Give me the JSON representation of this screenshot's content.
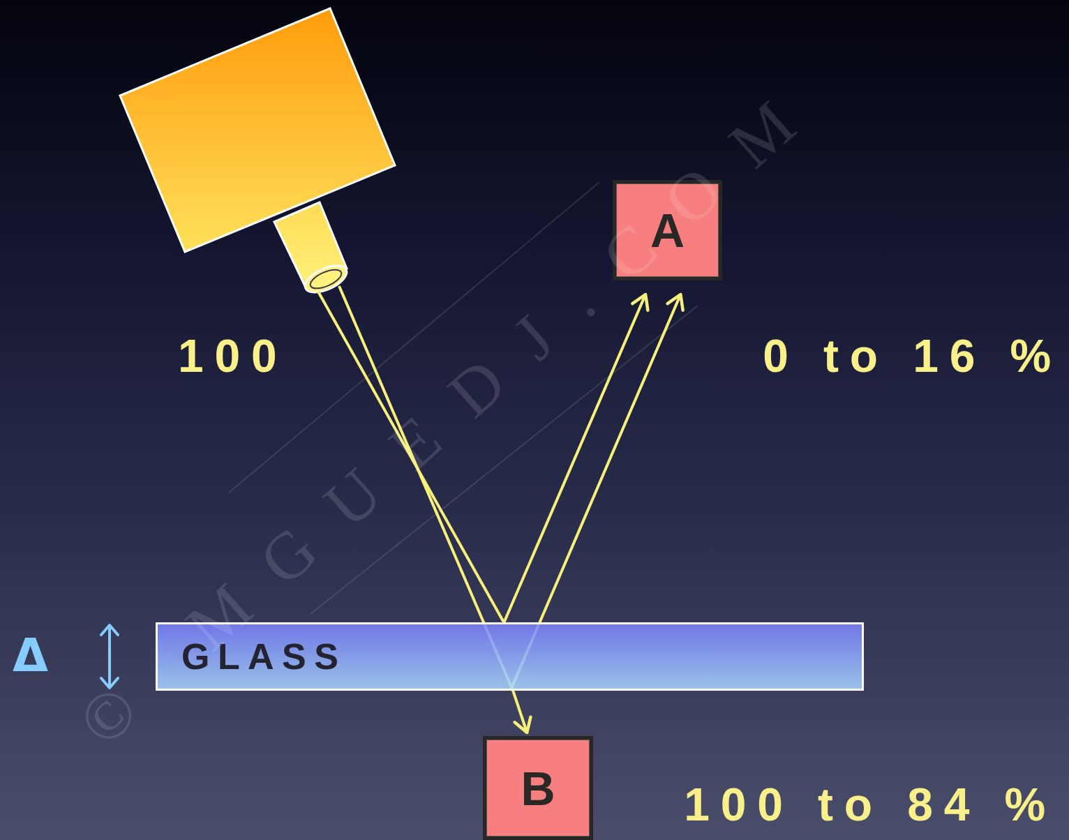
{
  "diagram": {
    "nodes": [
      {
        "text": [
          "A"
        ]
      },
      {
        "text": [
          "GLASS"
        ]
      },
      {
        "text": [
          "B"
        ]
      }
    ],
    "edges": [
      {
        "from": 1,
        "to": 0,
        "arrow": "to"
      },
      {
        "from": 1,
        "to": 0,
        "arrow": "to"
      },
      {
        "from": 1,
        "to": 2,
        "arrow": "to"
      }
    ],
    "labels": [
      "100",
      "0 to 16 %",
      "100 to 84 %",
      "Δ",
      "© MGUEDJ.COM"
    ]
  }
}
